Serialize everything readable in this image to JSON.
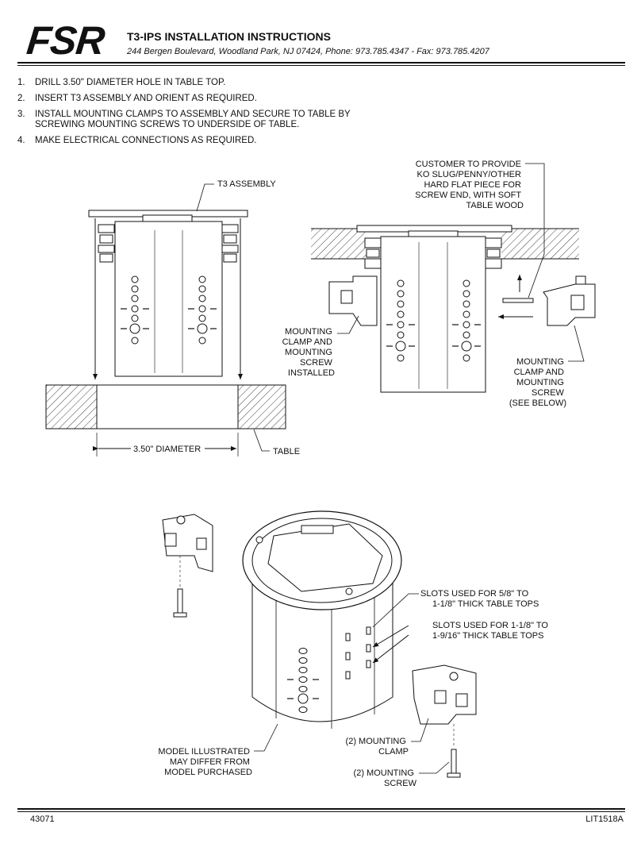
{
  "header": {
    "logo": "FSR",
    "title": "T3-IPS INSTALLATION INSTRUCTIONS",
    "address": "244 Bergen Boulevard, Woodland Park, NJ 07424, Phone: 973.785.4347 - Fax: 973.785.4207"
  },
  "steps": [
    {
      "num": "1.",
      "text": "DRILL 3.50\" DIAMETER HOLE IN TABLE TOP."
    },
    {
      "num": "2.",
      "text": "INSERT T3 ASSEMBLY AND ORIENT AS REQUIRED."
    },
    {
      "num": "3.",
      "text": "INSTALL MOUNTING CLAMPS TO ASSEMBLY AND SECURE TO TABLE BY SCREWING MOUNTING SCREWS TO UNDERSIDE OF TABLE."
    },
    {
      "num": "4.",
      "text": "MAKE ELECTRICAL CONNECTIONS AS REQUIRED."
    }
  ],
  "labels": {
    "t3_assembly": "T3 ASSEMBLY",
    "diameter": "3.50\" DIAMETER",
    "table": "TABLE",
    "customer": [
      "CUSTOMER TO PROVIDE",
      "KO SLUG/PENNY/OTHER",
      "HARD FLAT PIECE FOR",
      "SCREW END, WITH SOFT",
      "TABLE WOOD"
    ],
    "clamp_installed": [
      "MOUNTING",
      "CLAMP AND",
      "MOUNTING",
      "SCREW",
      "INSTALLED"
    ],
    "clamp_below": [
      "MOUNTING",
      "CLAMP AND",
      "MOUNTING",
      "SCREW",
      "(SEE BELOW)"
    ],
    "slots_58": [
      "SLOTS USED FOR 5/8\" TO",
      "1-1/8\" THICK TABLE TOPS"
    ],
    "slots_118": [
      "SLOTS USED FOR 1-1/8\" TO",
      "1-9/16\" THICK TABLE TOPS"
    ],
    "model": [
      "MODEL ILLUSTRATED",
      "MAY DIFFER FROM",
      "MODEL PURCHASED"
    ],
    "clamp2": [
      "(2) MOUNTING",
      "CLAMP"
    ],
    "screw2": [
      "(2) MOUNTING",
      "SCREW"
    ]
  },
  "footer": {
    "left": "43071",
    "right": "LIT1518A"
  }
}
